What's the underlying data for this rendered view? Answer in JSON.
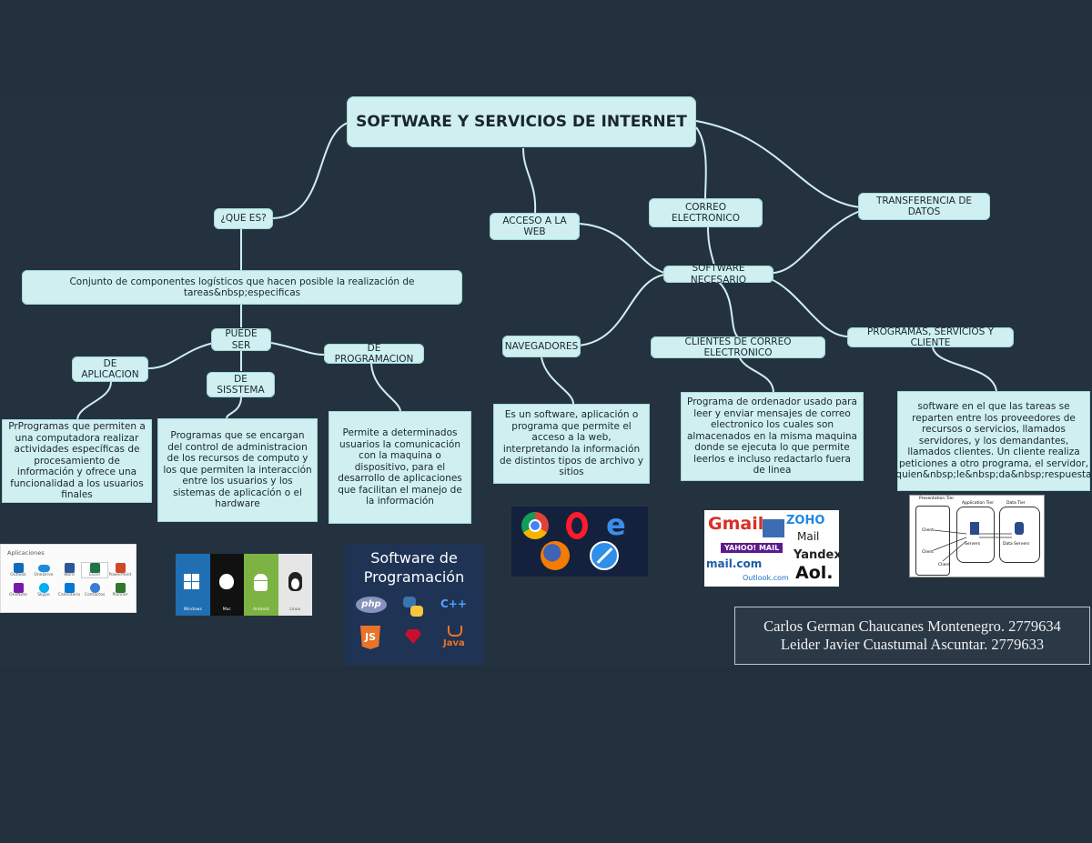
{
  "title": "SOFTWARE Y SERVICIOS DE INTERNET",
  "nodes": {
    "que_es": "¿QUE ES?",
    "conjunto": "Conjunto de componentes logísticos que hacen posible la realización de tareas&nbsp;especificas",
    "puede_ser": "PUEDE SER",
    "de_aplicacion": "DE APLICACION",
    "de_sistema": "DE SISSTEMA",
    "de_programacion": "DE PROGRAMACION",
    "acceso_web": "ACCESO A LA WEB",
    "correo": "CORREO ELECTRONICO",
    "transferencia": "TRANSFERENCIA DE DATOS",
    "software_necesario": "SOFTWARE NECESARIO",
    "navegadores": "NAVEGADORES",
    "clientes_correo": "CLIENTES DE CORREO ELECTRONICO",
    "programas_servicios": "PROGRAMAS, SERVICIOS Y CLIENTE"
  },
  "descriptions": {
    "aplicacion": "PrProgramas que permiten a una computadora realizar actividades específicas de procesamiento de información y ofrece una funcionalidad a los usuarios finales",
    "sistema": "Programas que se encargan del control de administracion de los recursos de computo y los que permiten la interacción entre los usuarios y los sistemas de aplicación o el hardware",
    "programacion": "Permite a determinados usuarios la comunicación con la maquina o dispositivo, para el desarrollo de aplicaciones que facilitan el manejo de la información",
    "navegadores": "Es un software, aplicación o programa que permite el acceso a la web, interpretando la información de distintos tipos de archivo y sitios",
    "clientes_correo": "Programa de ordenador usado para leer y enviar mensajes de correo electronico los cuales son almacenados en la misma maquina donde se ejecuta lo que permite leerlos e incluso redactarlo fuera de linea",
    "programas_servicios": "software en el que las tareas se reparten entre los proveedores de recursos o servicios, llamados servidores, y los demandantes, llamados clientes. Un cliente realiza peticiones a otro programa, el servidor, quien&nbsp;le&nbsp;da&nbsp;respuesta"
  },
  "images": {
    "apps": {
      "header": "Aplicaciones",
      "items": [
        "Outlook",
        "OneDrive",
        "Word",
        "Excel",
        "PowerPoint",
        "OneNote",
        "Skype",
        "Calendario",
        "Contactos",
        "Planner"
      ]
    },
    "os": [
      "Windows",
      "Mac",
      "Android",
      "Linux"
    ],
    "prog": {
      "title_line1": "Software de",
      "title_line2": "Programación",
      "logos": [
        "php",
        "python",
        "C++",
        "JS",
        "ruby",
        "Java"
      ]
    },
    "mail": {
      "gmail": "Gmail",
      "zoho": "ZOHO",
      "mail": "Mail",
      "yahoo": "YAHOO! MAIL",
      "yandex": "Yandex",
      "mailcom": "mail.com",
      "outlook": "Outlook.com",
      "aol": "Aol."
    },
    "arch": {
      "tiers": [
        "Presentation Tier",
        "Application Tier",
        "Data Tier"
      ],
      "labels": [
        "Client",
        "Client",
        "Client",
        "Servers",
        "Data Servers"
      ]
    }
  },
  "credits": [
    "Carlos German Chaucanes Montenegro. 2779634",
    "Leider Javier Cuastumal Ascuntar. 2779633"
  ],
  "colors": {
    "background": "#24323f",
    "node_fill": "#cfeff0",
    "link": "#cfeff0"
  }
}
